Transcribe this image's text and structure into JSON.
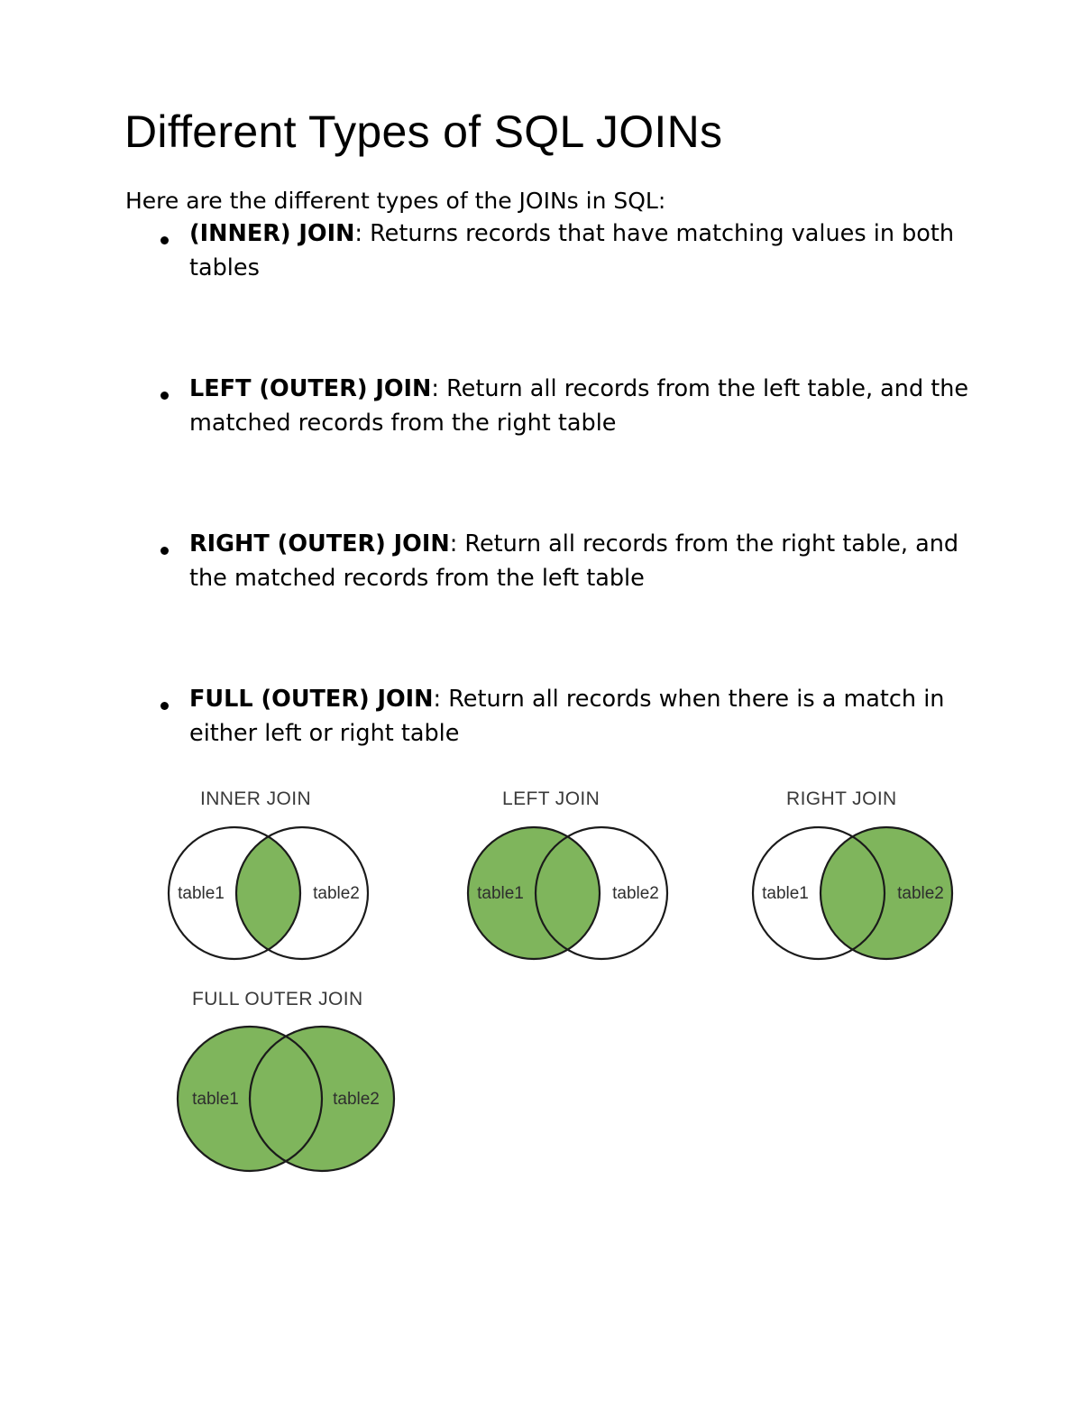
{
  "document": {
    "title": "Different Types of SQL JOINs",
    "intro": "Here are the different types of the JOINs in SQL:"
  },
  "joins": [
    {
      "term": "(INNER) JOIN",
      "separator": ": ",
      "description": "Returns records that have matching values in both tables"
    },
    {
      "term": "LEFT (OUTER) JOIN",
      "separator": ": ",
      "description": "Return all records from the left table, and the matched records from the right table"
    },
    {
      "term": "RIGHT (OUTER) JOIN",
      "separator": ": ",
      "description": "Return all records from the right table, and the matched records from the left table"
    },
    {
      "term": "FULL (OUTER) JOIN",
      "separator": ": ",
      "description": "Return all records when there is a match in either left or right table"
    }
  ],
  "colors": {
    "fill_green": "#7fb55c",
    "circle_stroke": "#1b1b1b",
    "caption_text": "#3a3a3a",
    "label_text": "#2e2e2e",
    "body_text": "#000000",
    "background": "#ffffff"
  },
  "diagrams": [
    {
      "caption": "INNER JOIN",
      "left_label": "table1",
      "right_label": "table2",
      "shaded": "intersection"
    },
    {
      "caption": "LEFT JOIN",
      "left_label": "table1",
      "right_label": "table2",
      "shaded": "left-circle"
    },
    {
      "caption": "RIGHT JOIN",
      "left_label": "table1",
      "right_label": "table2",
      "shaded": "right-circle"
    },
    {
      "caption": "FULL OUTER JOIN",
      "left_label": "table1",
      "right_label": "table2",
      "shaded": "both-circles"
    }
  ]
}
